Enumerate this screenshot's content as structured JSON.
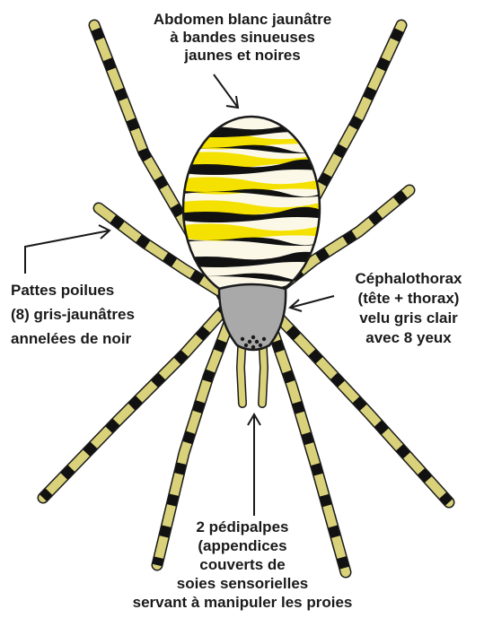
{
  "labels": {
    "abdomen": {
      "lines": [
        "Abdomen blanc jaunâtre",
        "à bandes sinueuses",
        "jaunes et noires"
      ]
    },
    "legs": {
      "lines": [
        "Pattes poilues",
        "(8) gris-jaunâtres",
        "annelées de noir"
      ]
    },
    "cephalothorax": {
      "lines": [
        "Céphalothorax",
        "(tête + thorax)",
        "velu gris clair",
        "avec 8 yeux"
      ]
    },
    "pedipalps": {
      "lines": [
        "2 pédipalpes",
        "(appendices",
        "couverts de",
        "soies sensorielles",
        "servant à manipuler les proies"
      ]
    }
  },
  "colors": {
    "leg": "#d9d27a",
    "leg_band": "#111111",
    "abdomen_white": "#fbf8e8",
    "abdomen_yellow": "#f4e100",
    "abdomen_black": "#111111",
    "cephalothorax": "#a9a9a9",
    "outline": "#1a1a1a"
  },
  "icons": {
    "arrows": [
      "arrow-to-abdomen",
      "arrow-to-leg",
      "arrow-to-cephalothorax",
      "arrow-to-pedipalp"
    ]
  }
}
